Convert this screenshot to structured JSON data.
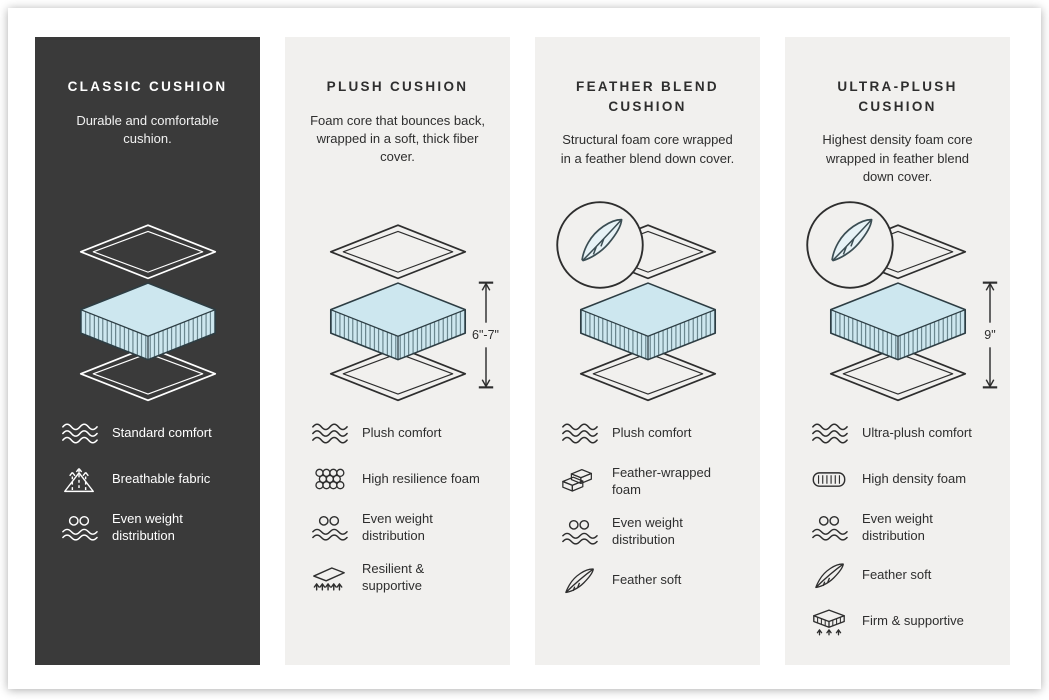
{
  "infographic": {
    "subject": "cushion-comparison"
  },
  "colors": {
    "dark_panel": "#3a3a3a",
    "light_panel": "#f1f0ee",
    "foam": "#cde7ef",
    "text_dark": "#2e2e2e",
    "text_light": "#ffffff"
  },
  "panels": [
    {
      "title": "CLASSIC CUSHION",
      "description": "Durable and comfortable cushion.",
      "theme": "dark",
      "measurement": null,
      "feather_badge": false,
      "features": [
        {
          "icon": "waves-icon",
          "label": "Standard comfort"
        },
        {
          "icon": "breathable-icon",
          "label": "Breathable fabric"
        },
        {
          "icon": "weight-distribution-icon",
          "label": "Even weight distribution"
        }
      ]
    },
    {
      "title": "PLUSH CUSHION",
      "description": "Foam core that bounces back, wrapped in a soft, thick fiber cover.",
      "theme": "light",
      "measurement": "6\"-7\"",
      "feather_badge": false,
      "features": [
        {
          "icon": "waves-icon",
          "label": "Plush comfort"
        },
        {
          "icon": "foam-cells-icon",
          "label": "High resilience foam"
        },
        {
          "icon": "weight-distribution-icon",
          "label": "Even weight distribution"
        },
        {
          "icon": "resilient-icon",
          "label": "Resilient & supportive"
        }
      ]
    },
    {
      "title": "FEATHER BLEND CUSHION",
      "description": "Structural foam core wrapped in a feather blend down cover.",
      "theme": "light",
      "measurement": null,
      "feather_badge": true,
      "features": [
        {
          "icon": "waves-icon",
          "label": "Plush comfort"
        },
        {
          "icon": "feather-foam-icon",
          "label": "Feather-wrapped foam"
        },
        {
          "icon": "weight-distribution-icon",
          "label": "Even weight distribution"
        },
        {
          "icon": "feather-icon",
          "label": "Feather soft"
        }
      ]
    },
    {
      "title": "ULTRA-PLUSH CUSHION",
      "description": "Highest density foam core wrapped in feather blend down cover.",
      "theme": "light",
      "measurement": "9\"",
      "feather_badge": true,
      "features": [
        {
          "icon": "waves-icon",
          "label": "Ultra-plush comfort"
        },
        {
          "icon": "density-foam-icon",
          "label": "High density foam"
        },
        {
          "icon": "weight-distribution-icon",
          "label": "Even weight distribution"
        },
        {
          "icon": "feather-icon",
          "label": "Feather soft"
        },
        {
          "icon": "firm-icon",
          "label": "Firm & supportive"
        }
      ]
    }
  ]
}
